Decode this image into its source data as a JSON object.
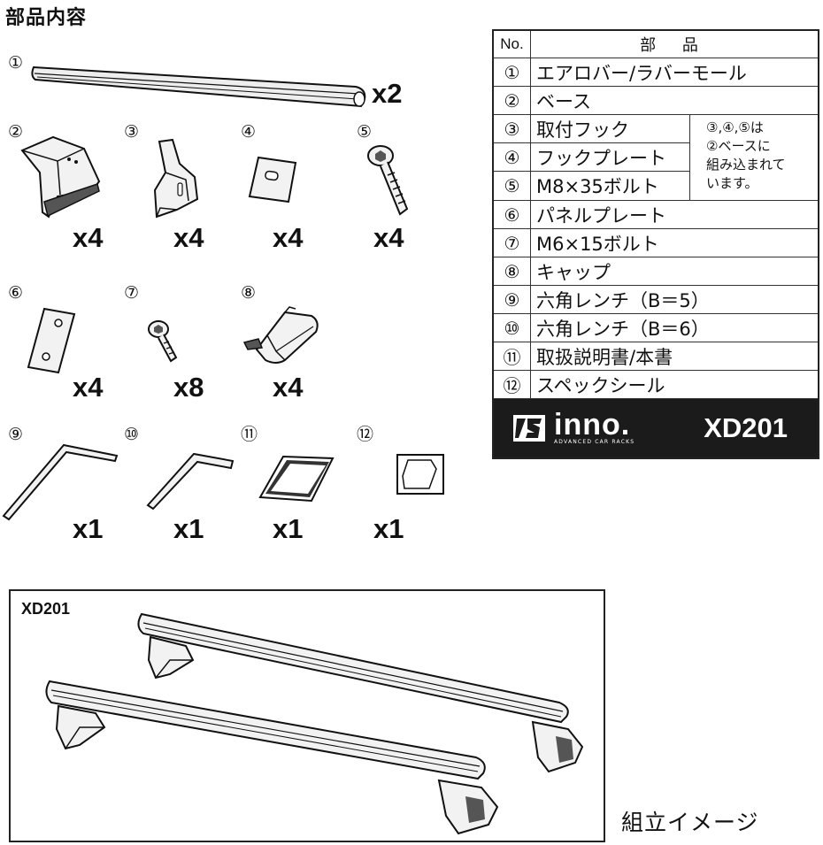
{
  "heading": "部品内容",
  "parts": [
    {
      "num": "①",
      "qty": "x2"
    },
    {
      "num": "②",
      "qty": "x4"
    },
    {
      "num": "③",
      "qty": "x4"
    },
    {
      "num": "④",
      "qty": "x4"
    },
    {
      "num": "⑤",
      "qty": "x4"
    },
    {
      "num": "⑥",
      "qty": "x4"
    },
    {
      "num": "⑦",
      "qty": "x8"
    },
    {
      "num": "⑧",
      "qty": "x4"
    },
    {
      "num": "⑨",
      "qty": "x1"
    },
    {
      "num": "⑩",
      "qty": "x1"
    },
    {
      "num": "⑪",
      "qty": "x1"
    },
    {
      "num": "⑫",
      "qty": "x1"
    }
  ],
  "table": {
    "header_no": "No.",
    "header_name": "部 品",
    "rows": [
      {
        "no": "①",
        "name": "エアロバー/ラバーモール"
      },
      {
        "no": "②",
        "name": "ベース"
      },
      {
        "no": "③",
        "name": "取付フック"
      },
      {
        "no": "④",
        "name": "フックプレート"
      },
      {
        "no": "⑤",
        "name": "M8×35ボルト"
      },
      {
        "no": "⑥",
        "name": "パネルプレート"
      },
      {
        "no": "⑦",
        "name": "M6×15ボルト"
      },
      {
        "no": "⑧",
        "name": "キャップ"
      },
      {
        "no": "⑨",
        "name": "六角レンチ（B＝5）"
      },
      {
        "no": "⑩",
        "name": "六角レンチ（B＝6）"
      },
      {
        "no": "⑪",
        "name": "取扱説明書/本書"
      },
      {
        "no": "⑫",
        "name": "スペックシール"
      }
    ],
    "group_note": [
      "③,④,⑤は",
      "②ベースに",
      "組み込まれて",
      "います。"
    ]
  },
  "brand": {
    "logo": "inno.",
    "tagline": "ADVANCED CAR RACKS",
    "model": "XD201"
  },
  "assembly": {
    "label": "XD201",
    "caption": "組立イメージ"
  }
}
